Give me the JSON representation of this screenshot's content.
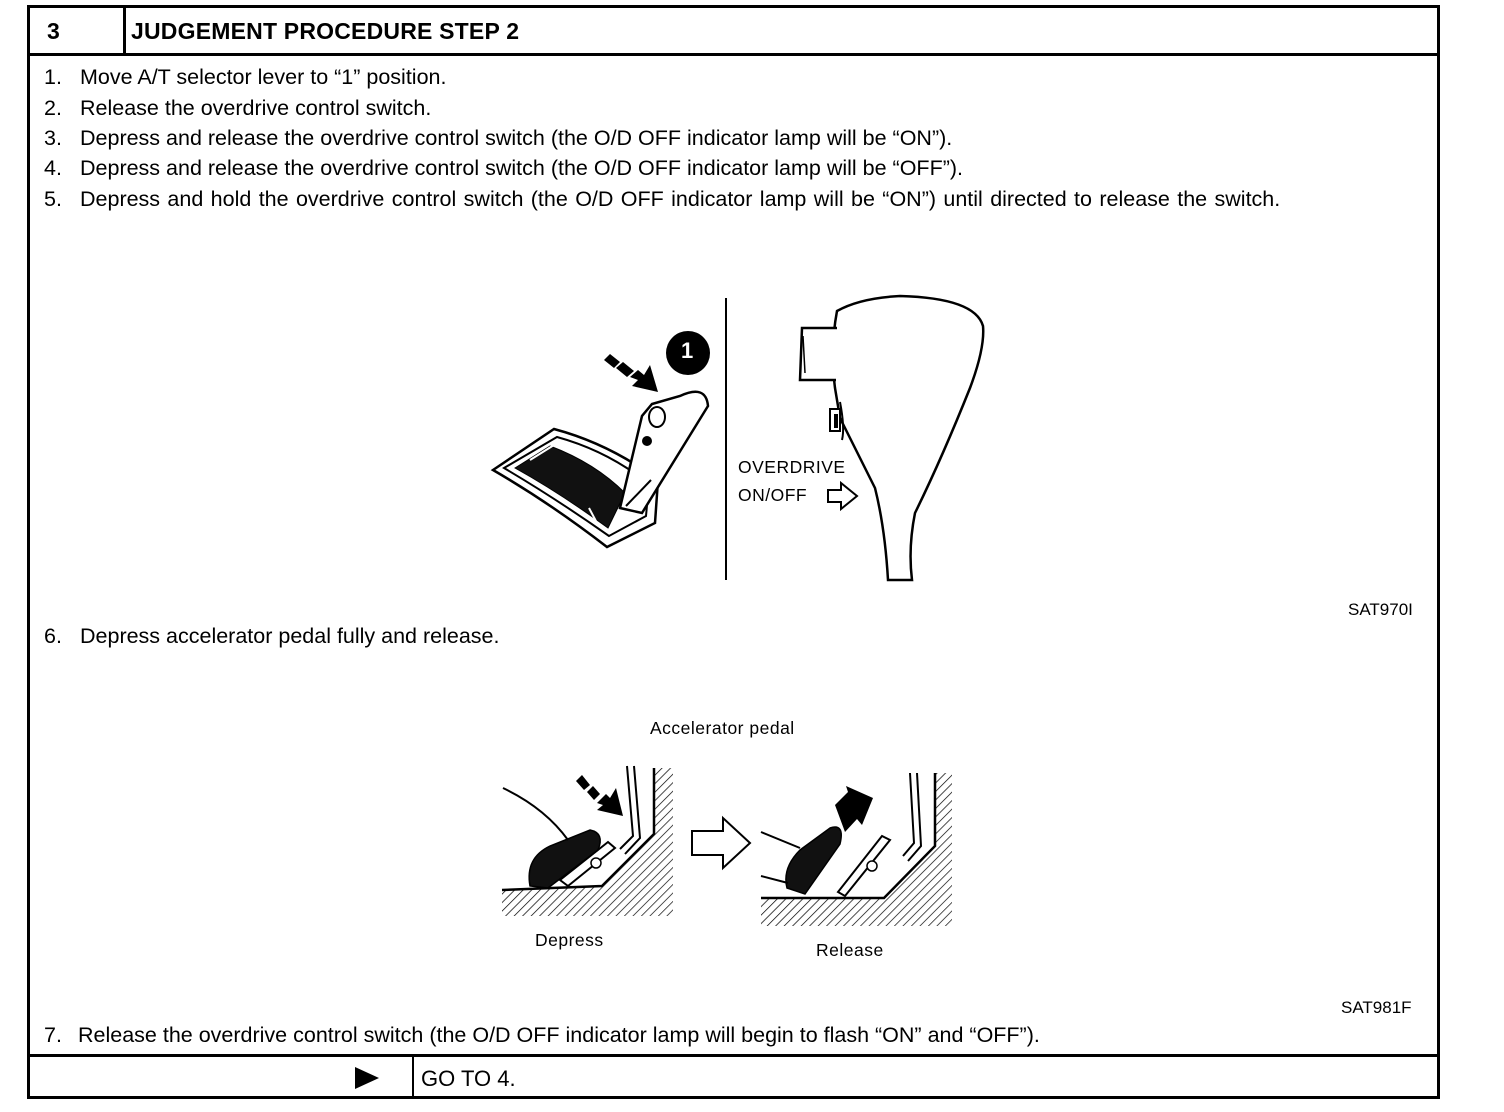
{
  "header": {
    "step_number": "3",
    "title": "JUDGEMENT PROCEDURE STEP 2"
  },
  "steps": [
    {
      "num": "1.",
      "text": "Move A/T selector lever to “1” position."
    },
    {
      "num": "2.",
      "text": "Release the overdrive control switch."
    },
    {
      "num": "3.",
      "text": "Depress and release the overdrive control switch (the O/D OFF indicator lamp will be “ON”)."
    },
    {
      "num": "4.",
      "text": "Depress and release the overdrive control switch (the O/D OFF indicator lamp will be “OFF”)."
    },
    {
      "num": "5.",
      "text": "Depress and hold the overdrive control switch (the O/D OFF indicator lamp will be “ON”) until directed to release the switch."
    },
    {
      "num": "6.",
      "text": "Depress accelerator pedal fully and release."
    },
    {
      "num": "7.",
      "text": "Release the overdrive control switch (the O/D OFF indicator lamp will begin to flash “ON” and “OFF”)."
    }
  ],
  "figure1": {
    "position_marker": "1",
    "label_line1": "OVERDRIVE",
    "label_line2": "ON/OFF",
    "code": "SAT970I"
  },
  "figure2": {
    "title": "Accelerator  pedal",
    "depress_label": "Depress",
    "release_label": "Release",
    "code": "SAT981F"
  },
  "footer": {
    "goto_text": "GO TO 4."
  }
}
